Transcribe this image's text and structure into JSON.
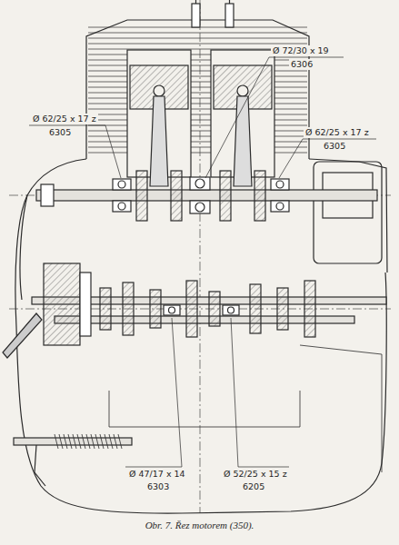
{
  "diagram": {
    "caption": "Obr. 7. Řez motorem (350).",
    "labels": [
      "Ø 72/30 x 19",
      "6306",
      "Ø 62/25 x 17 z",
      "6305",
      "Ø 62/25 x 17 z",
      "6305",
      "Ø 47/17 x 14",
      "6303",
      "Ø 52/25 x 15 z",
      "6205"
    ]
  }
}
